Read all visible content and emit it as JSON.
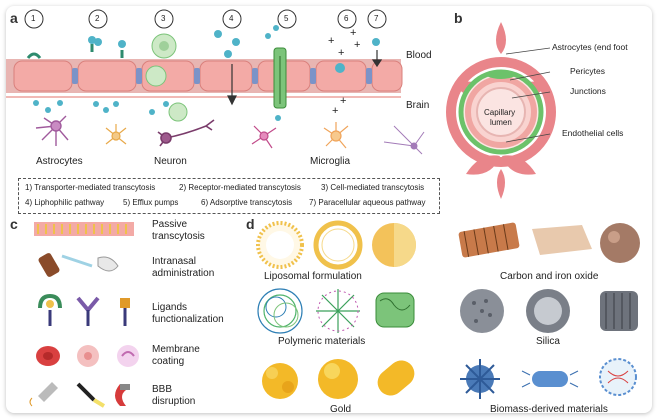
{
  "panel_a": {
    "letter": "a",
    "numbers": [
      "1",
      "2",
      "3",
      "4",
      "5",
      "6",
      "7"
    ],
    "blood_label": "Blood",
    "brain_label": "Brain",
    "cell_labels": {
      "astrocytes": "Astrocytes",
      "neuron": "Neuron",
      "microglia": "Microglia"
    },
    "legend": [
      "1) Transporter-mediated transcytosis",
      "2) Receptor-mediated transcytosis",
      "3) Cell-mediated transcytosis",
      "4) Liphophilic pathway",
      "5) Efflux pumps",
      "6) Adsorptive transcytosis",
      "7) Paracellular aqueous pathway"
    ]
  },
  "panel_b": {
    "letter": "b",
    "labels": {
      "astrocytes": "Astrocytes (end foot",
      "pericytes": "Pericytes",
      "junctions": "Junctions",
      "lumen_line1": "Capillary",
      "lumen_line2": "lumen",
      "endothelial": "Endothelial cells"
    }
  },
  "panel_c": {
    "letter": "c",
    "items": [
      {
        "line1": "Passive",
        "line2": "transcytosis"
      },
      {
        "line1": "Intranasal",
        "line2": "administration"
      },
      {
        "line1": "Ligands",
        "line2": "functionalization"
      },
      {
        "line1": "Membrane",
        "line2": "coating"
      },
      {
        "line1": "BBB",
        "line2": "disruption"
      }
    ]
  },
  "panel_d": {
    "letter": "d",
    "groups": {
      "liposomal": "Liposomal formulation",
      "polymeric": "Polymeric materials",
      "gold": "Gold",
      "carbon": "Carbon and iron oxide",
      "silica": "Silica",
      "biomass": "Biomass-derived materials"
    }
  },
  "colors": {
    "endothelial": "#f2a8a4",
    "endothelial_dark": "#e07d7a",
    "junction": "#7b93c8",
    "pericyte": "#7cc47a",
    "particle": "#4fb3c8",
    "receptor": "#2e8b6e",
    "astrocyte": "#a05a9c",
    "neuron": "#7a3c6b",
    "microglia": "#f3b36b",
    "gold": "#f3b928"
  }
}
